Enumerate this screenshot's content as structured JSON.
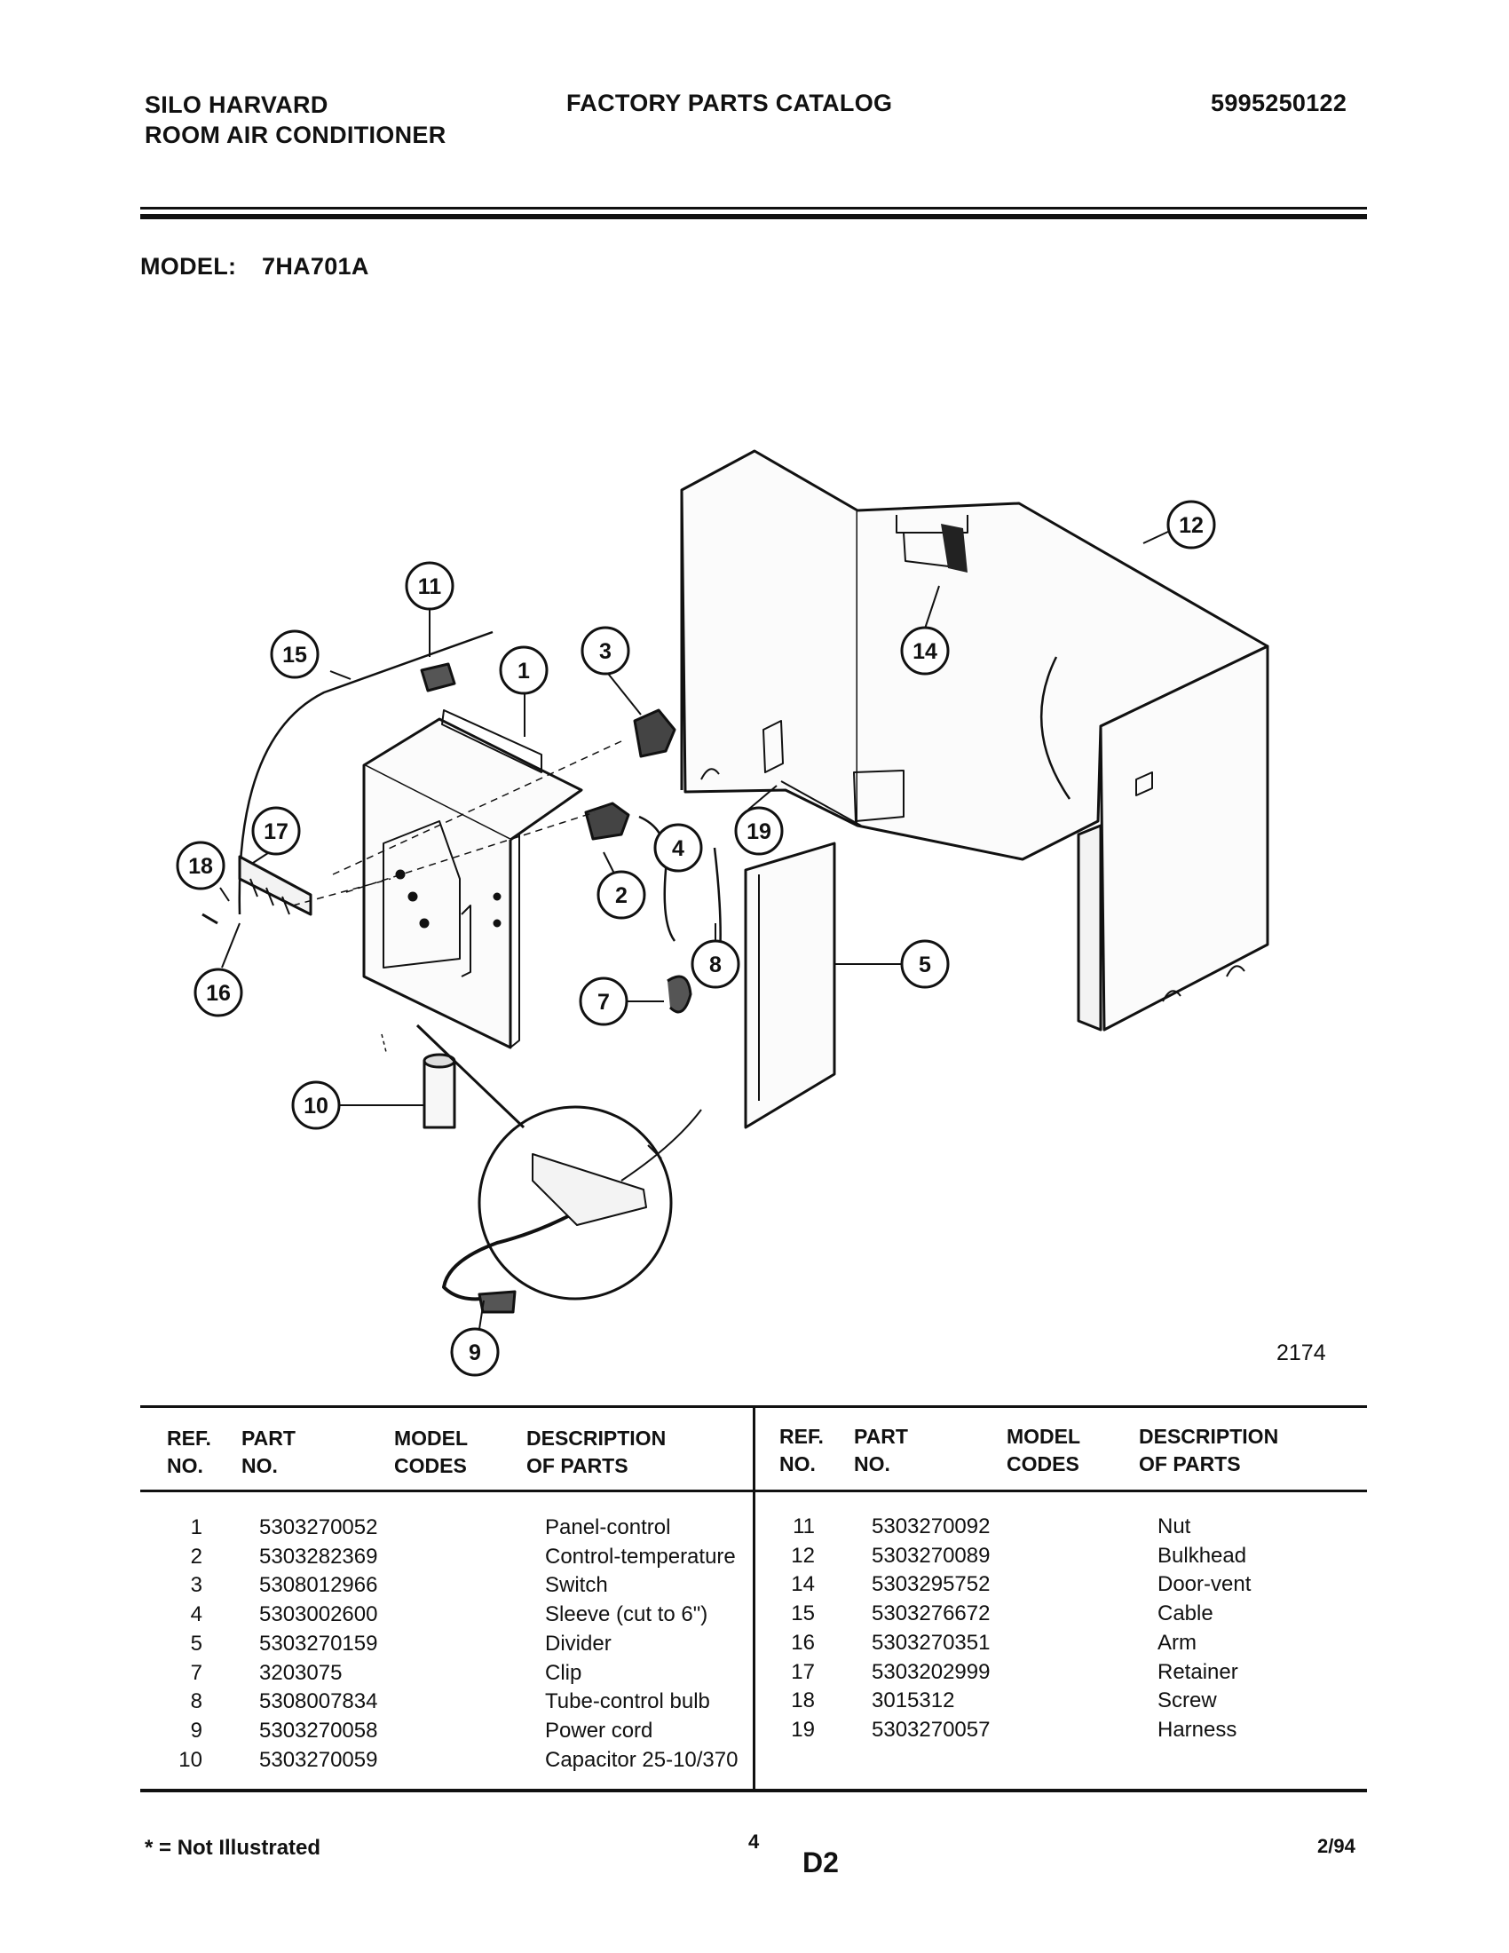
{
  "header": {
    "brand_line1": "SILO HARVARD",
    "brand_line2": "ROOM AIR CONDITIONER",
    "catalog_title": "FACTORY PARTS CATALOG",
    "catalog_number": "5995250122",
    "model_label": "MODEL:",
    "model_value": "7HA701A"
  },
  "diagram": {
    "drawing_number": "2174",
    "callouts": [
      "1",
      "2",
      "3",
      "4",
      "5",
      "7",
      "8",
      "9",
      "10",
      "11",
      "12",
      "14",
      "15",
      "16",
      "17",
      "18",
      "19"
    ]
  },
  "table": {
    "headers": {
      "ref_1": "REF.",
      "ref_2": "NO.",
      "part_1": "PART",
      "part_2": "NO.",
      "model_1": "MODEL",
      "model_2": "CODES",
      "desc_1": "DESCRIPTION",
      "desc_2": "OF PARTS"
    },
    "left_rows": [
      {
        "ref": "1",
        "part": "5303270052",
        "desc": "Panel-control"
      },
      {
        "ref": "2",
        "part": "5303282369",
        "desc": "Control-temperature"
      },
      {
        "ref": "3",
        "part": "5308012966",
        "desc": "Switch"
      },
      {
        "ref": "4",
        "part": "5303002600",
        "desc": "Sleeve (cut to 6\")"
      },
      {
        "ref": "5",
        "part": "5303270159",
        "desc": "Divider"
      },
      {
        "ref": "7",
        "part": "3203075",
        "desc": "Clip"
      },
      {
        "ref": "8",
        "part": "5308007834",
        "desc": "Tube-control bulb"
      },
      {
        "ref": "9",
        "part": "5303270058",
        "desc": "Power cord"
      },
      {
        "ref": "10",
        "part": "5303270059",
        "desc": "Capacitor 25-10/370"
      }
    ],
    "right_rows": [
      {
        "ref": "11",
        "part": "5303270092",
        "desc": "Nut"
      },
      {
        "ref": "12",
        "part": "5303270089",
        "desc": "Bulkhead"
      },
      {
        "ref": "14",
        "part": "5303295752",
        "desc": "Door-vent"
      },
      {
        "ref": "15",
        "part": "5303276672",
        "desc": "Cable"
      },
      {
        "ref": "16",
        "part": "5303270351",
        "desc": "Arm"
      },
      {
        "ref": "17",
        "part": "5303202999",
        "desc": "Retainer"
      },
      {
        "ref": "18",
        "part": "3015312",
        "desc": "Screw"
      },
      {
        "ref": "19",
        "part": "5303270057",
        "desc": "Harness"
      }
    ]
  },
  "footer": {
    "not_illustrated": "* = Not Illustrated",
    "page_number": "4",
    "section": "D2",
    "date": "2/94"
  }
}
